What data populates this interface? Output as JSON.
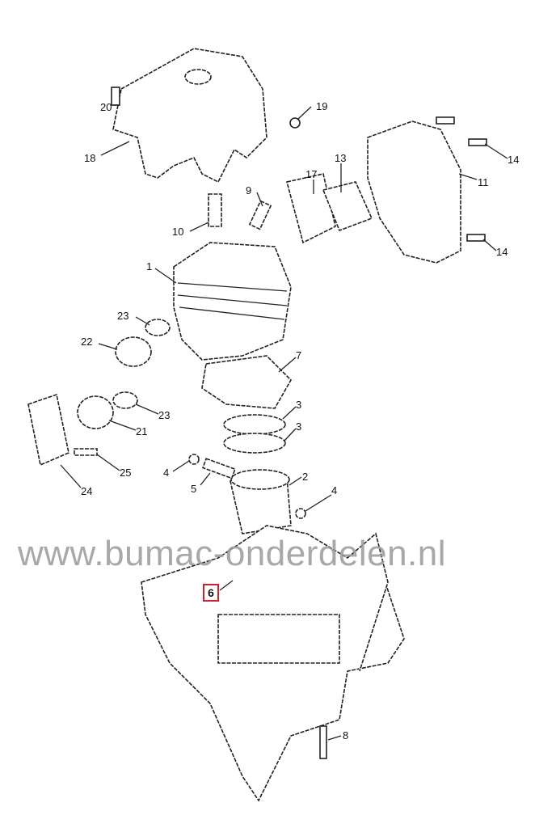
{
  "watermark": "www.bumac-onderdelen.nl",
  "highlighted_label": "6",
  "labels": {
    "l20": "20",
    "l19": "19",
    "l18": "18",
    "l13": "13",
    "l17": "17",
    "l11": "11",
    "l14a": "14",
    "l14b": "14",
    "l9": "9",
    "l10": "10",
    "l1": "1",
    "l23a": "23",
    "l22": "22",
    "l7": "7",
    "l3a": "3",
    "l3b": "3",
    "l23b": "23",
    "l21": "21",
    "l4a": "4",
    "l25": "25",
    "l5": "5",
    "l2": "2",
    "l4b": "4",
    "l24": "24",
    "l8": "8"
  }
}
